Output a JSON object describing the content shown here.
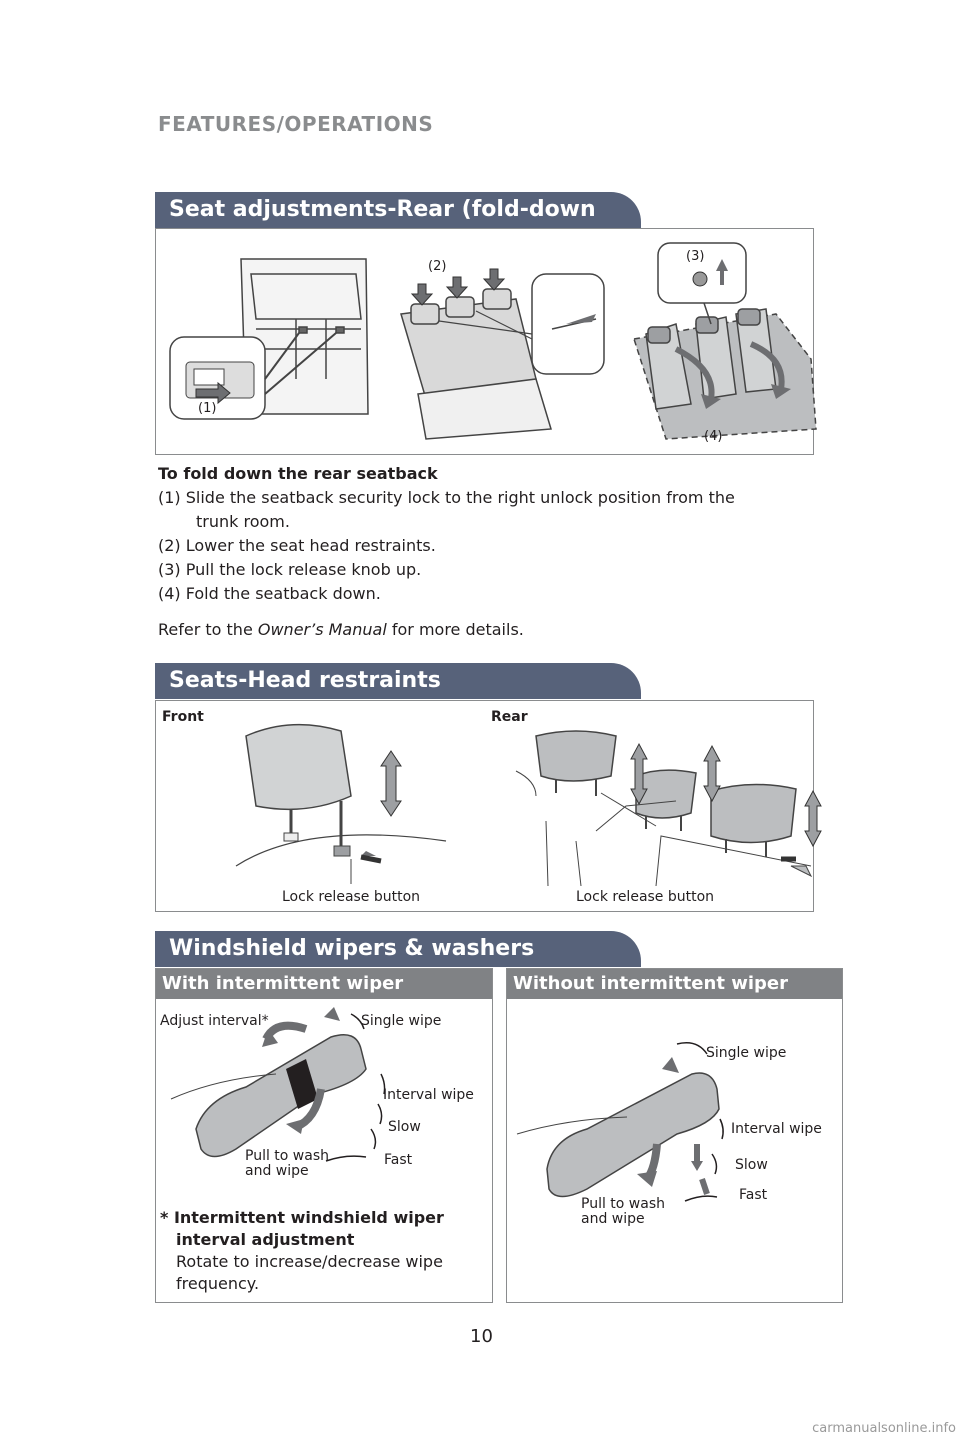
{
  "header": {
    "section": "FEATURES/OPERATIONS"
  },
  "seat_rear": {
    "title": "Seat adjustments-Rear (fold-down type)",
    "callouts": [
      "(1)",
      "(2)",
      "(3)",
      "(4)"
    ],
    "heading": "To fold down the rear seatback",
    "steps": [
      "(1) Slide the seatback security lock to the right unlock position from the",
      "trunk room.",
      "(2) Lower the seat head restraints.",
      "(3) Pull the lock release knob up.",
      "(4) Fold the seatback down."
    ],
    "refer_prefix": "Refer to the ",
    "refer_manual": "Owner’s Manual",
    "refer_suffix": " for more details."
  },
  "head_restraints": {
    "title": "Seats-Head restraints",
    "front_label": "Front",
    "rear_label": "Rear",
    "front_lock": "Lock release button",
    "rear_lock": "Lock release button"
  },
  "wipers": {
    "title": "Windshield wipers & washers",
    "with_title": "With intermittent wiper",
    "without_title": "Without intermittent wiper",
    "with_labels": {
      "adjust": "Adjust interval*",
      "single": "Single wipe",
      "interval": "Interval wipe",
      "slow": "Slow",
      "fast": "Fast",
      "pull1": "Pull to wash",
      "pull2": "and wipe"
    },
    "without_labels": {
      "single": "Single wipe",
      "interval": "Interval wipe",
      "slow": "Slow",
      "fast": "Fast",
      "pull1": "Pull to wash",
      "pull2": "and wipe"
    },
    "note_title_1": "* Intermittent windshield wiper",
    "note_title_2": "interval adjustment",
    "note_body_1": "Rotate to increase/decrease wipe",
    "note_body_2": "frequency."
  },
  "footer": {
    "page_number": "10",
    "watermark": "carmanualsonline.info"
  }
}
